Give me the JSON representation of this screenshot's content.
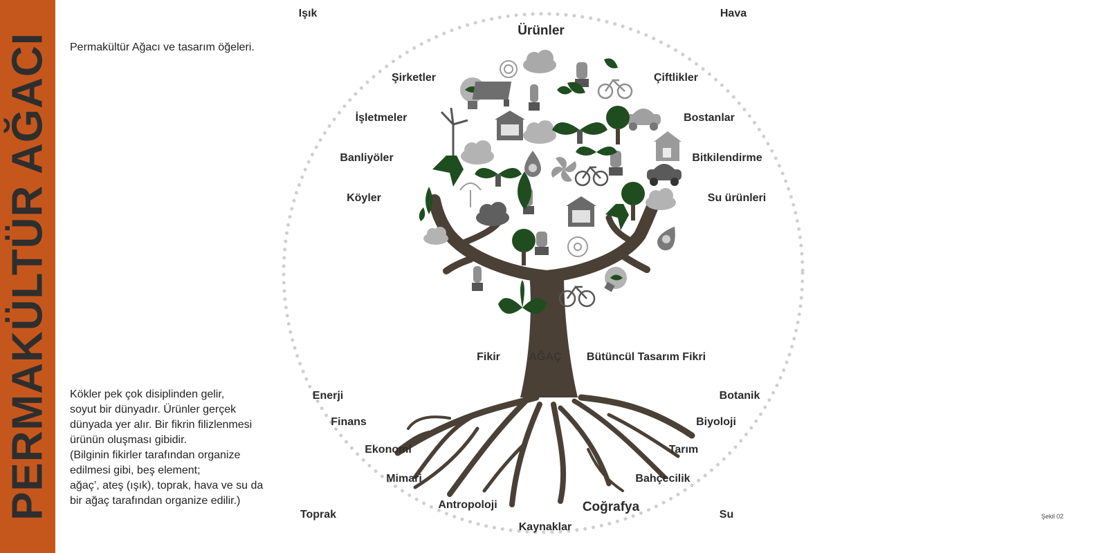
{
  "sidebar": {
    "title": "PERMAKÜLTÜR AĞACI"
  },
  "caption": "Permakültür Ağacı ve tasarım öğeleri.",
  "body_text": "Kökler pek çok disiplinden gelir,\nsoyut bir dünyadır. Ürünler gerçek\ndünyada yer alır. Bir fikrin filizlenmesi\n ürünün oluşması gibidir.\n(Bilginin fikirler tarafından organize\nedilmesi gibi, beş element;\nağaç’, ateş (ışık), toprak, hava ve su da\nbir ağaç tarafından organize edilir.)",
  "figure_number": "Şekil 02",
  "corners": {
    "top_left": "Işık",
    "top_right": "Hava",
    "bottom_left": "Toprak",
    "bottom_right": "Su"
  },
  "top_title": "Ürünler",
  "left_labels": [
    "Şirketler",
    "İşletmeler",
    "Banliyöler",
    "Köyler"
  ],
  "right_labels": [
    "Çiftlikler",
    "Bostanlar",
    "Bitkilendirme",
    "Su ürünleri"
  ],
  "trunk": {
    "left": "Fikir",
    "center": "AĞAÇ",
    "right": "Bütüncül Tasarım Fikri"
  },
  "root_left_labels": [
    "Enerji",
    "Finans",
    "Ekonomi",
    "Mimari",
    "Antropoloji"
  ],
  "root_right_labels": [
    "Botanik",
    "Biyoloji",
    "Tarım",
    "Bahçecilik",
    "Coğrafya"
  ],
  "bottom_title": "Kaynaklar",
  "colors": {
    "sidebar": "#c6571c",
    "trunk": "#4a4036",
    "leaf": "#1f4d1f",
    "icon_gray": "#8f8f8f",
    "dots": "#cfcfcf"
  },
  "icons": [
    "sunflower-icon",
    "cloud-icon",
    "lightbulb-icon",
    "solar-panel-icon",
    "cfl-bulb-icon",
    "bicycle-icon",
    "car-icon",
    "house-icon",
    "leaf-icon",
    "wind-turbine-icon",
    "water-drop-icon",
    "sprout-icon",
    "tree-icon",
    "pinwheel-icon",
    "dandelion-icon"
  ]
}
